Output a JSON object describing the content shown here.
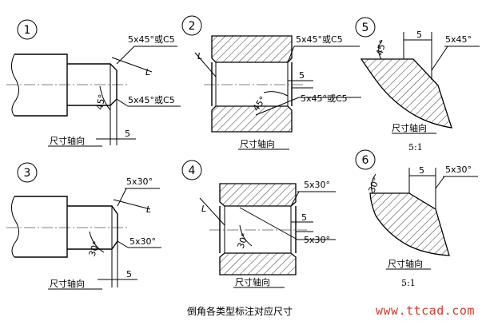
{
  "title": "倒角各类型标注对应尺寸",
  "watermark": "www.ttcad.com",
  "views": [
    {
      "number": "1",
      "labels": {
        "chamfer_top": "5x45°或C5",
        "chamfer_mid": "5x45°或C5",
        "angle": "45°",
        "dim": "5",
        "axis": "尺寸轴向",
        "L": "L"
      }
    },
    {
      "number": "2",
      "labels": {
        "chamfer_top": "5x45°或C5",
        "chamfer_mid": "5x45°或C5",
        "angle": "45°",
        "dim": "5",
        "axis": "尺寸轴向",
        "L": "L"
      }
    },
    {
      "number": "3",
      "labels": {
        "chamfer_top": "5x30°",
        "chamfer_mid": "5x30°",
        "angle": "30°",
        "dim": "5",
        "axis": "尺寸轴向",
        "L": "L"
      }
    },
    {
      "number": "4",
      "labels": {
        "chamfer_top": "5x30°",
        "chamfer_mid": "5x30°",
        "angle": "30°",
        "dim": "5",
        "axis": "尺寸轴向",
        "L": "L"
      }
    },
    {
      "number": "5",
      "labels": {
        "chamfer": "5x45°",
        "angle": "45°",
        "dim": "5",
        "axis": "尺寸轴向",
        "scale": "5:1"
      }
    },
    {
      "number": "6",
      "labels": {
        "chamfer": "5x30°",
        "angle": "30°",
        "dim": "5",
        "axis": "尺寸轴向",
        "scale": "5:1"
      }
    }
  ]
}
